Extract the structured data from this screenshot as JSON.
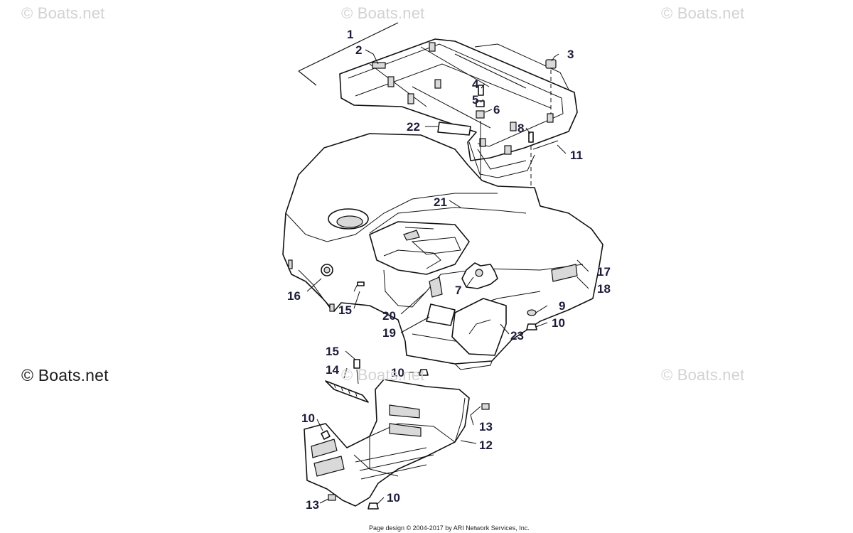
{
  "watermarks": {
    "top_left": "© Boats.net",
    "top_center": "© Boats.net",
    "top_right": "© Boats.net",
    "mid_left": "© Boats.net",
    "mid_center": "© Boats.net",
    "mid_right": "© Boats.net"
  },
  "footer": "Page design © 2004-2017 by ARI Network Services, Inc.",
  "callouts": {
    "c1": "1",
    "c2": "2",
    "c3": "3",
    "c4": "4",
    "c5": "5",
    "c6": "6",
    "c7": "7",
    "c8": "8",
    "c9": "9",
    "c10a": "10",
    "c10b": "10",
    "c10c": "10",
    "c10d": "10",
    "c11": "11",
    "c12": "12",
    "c13a": "13",
    "c13b": "13",
    "c14": "14",
    "c15a": "15",
    "c15b": "15",
    "c16": "16",
    "c17": "17",
    "c18": "18",
    "c19": "19",
    "c20": "20",
    "c21": "21",
    "c22": "22",
    "c23": "23"
  }
}
